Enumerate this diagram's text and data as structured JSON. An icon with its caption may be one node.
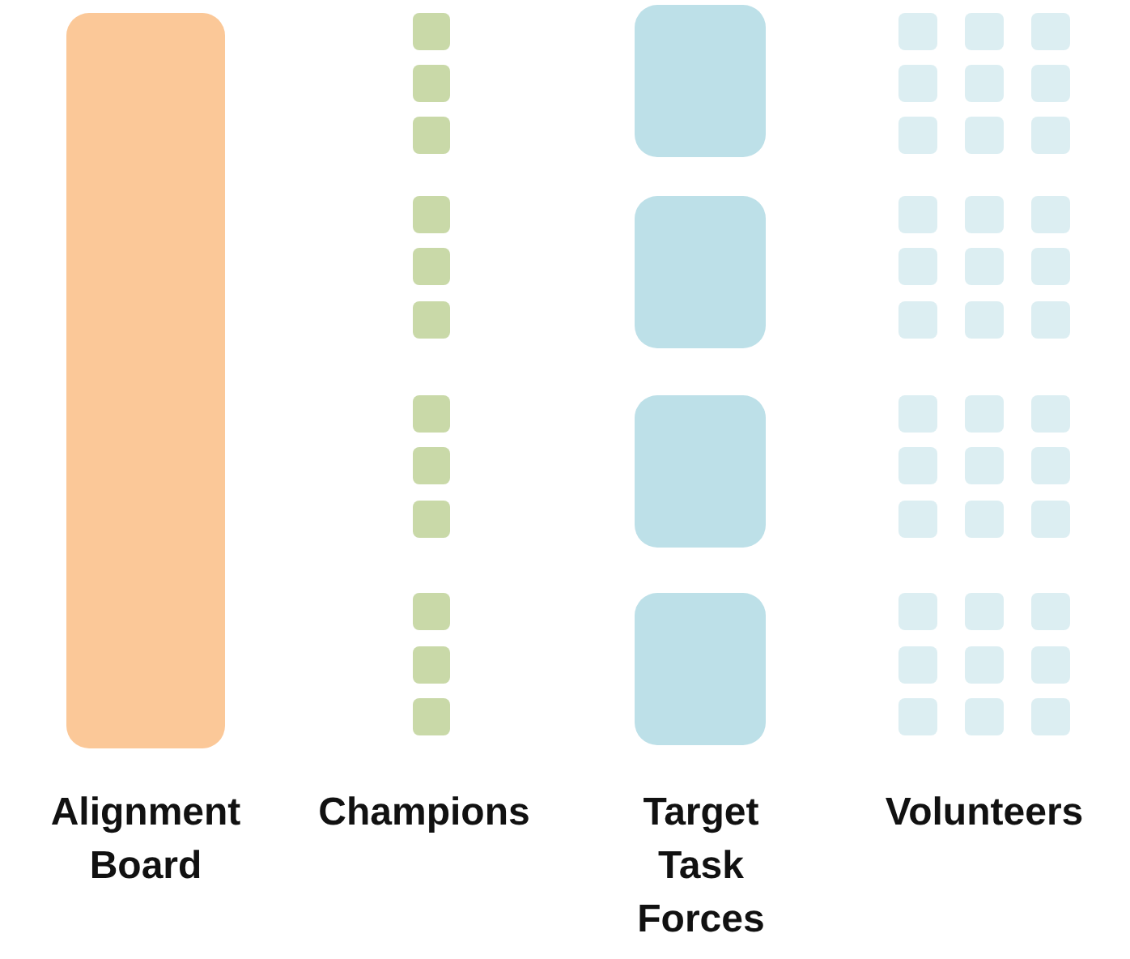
{
  "diagram": {
    "nodes": [
      {
        "text": [],
        "shape": "box"
      },
      {
        "text": [],
        "shape": "box"
      },
      {
        "text": [],
        "shape": "box"
      },
      {
        "text": [],
        "shape": "box"
      },
      {
        "text": [],
        "shape": "box"
      },
      {
        "text": [],
        "shape": "box"
      },
      {
        "text": [],
        "shape": "box"
      },
      {
        "text": [],
        "shape": "box"
      },
      {
        "text": [],
        "shape": "box"
      },
      {
        "text": [],
        "shape": "box"
      },
      {
        "text": [],
        "shape": "box"
      },
      {
        "text": [],
        "shape": "box"
      },
      {
        "text": [],
        "shape": "box"
      },
      {
        "text": [],
        "shape": "box"
      },
      {
        "text": [],
        "shape": "box"
      },
      {
        "text": [],
        "shape": "box"
      },
      {
        "text": [],
        "shape": "box"
      },
      {
        "text": [],
        "shape": "box"
      },
      {
        "text": [],
        "shape": "box"
      },
      {
        "text": [],
        "shape": "box"
      },
      {
        "text": [],
        "shape": "box"
      },
      {
        "text": [],
        "shape": "box"
      },
      {
        "text": [],
        "shape": "box"
      },
      {
        "text": [],
        "shape": "box"
      },
      {
        "text": [],
        "shape": "box"
      },
      {
        "text": [],
        "shape": "box"
      },
      {
        "text": [],
        "shape": "box"
      },
      {
        "text": [],
        "shape": "box"
      },
      {
        "text": [],
        "shape": "box"
      },
      {
        "text": [],
        "shape": "box"
      },
      {
        "text": [],
        "shape": "box"
      },
      {
        "text": [],
        "shape": "box"
      },
      {
        "text": [],
        "shape": "box"
      },
      {
        "text": [],
        "shape": "box"
      },
      {
        "text": [],
        "shape": "box"
      },
      {
        "text": [],
        "shape": "box"
      },
      {
        "text": [],
        "shape": "box"
      },
      {
        "text": [],
        "shape": "box"
      },
      {
        "text": [],
        "shape": "box"
      },
      {
        "text": [],
        "shape": "box"
      },
      {
        "text": [],
        "shape": "box"
      },
      {
        "text": [],
        "shape": "box"
      },
      {
        "text": [],
        "shape": "box"
      },
      {
        "text": [],
        "shape": "box"
      },
      {
        "text": [],
        "shape": "box"
      },
      {
        "text": [],
        "shape": "box"
      },
      {
        "text": [],
        "shape": "box"
      },
      {
        "text": [],
        "shape": "box"
      },
      {
        "text": [],
        "shape": "box"
      },
      {
        "text": [],
        "shape": "box"
      },
      {
        "text": [],
        "shape": "box"
      },
      {
        "text": [],
        "shape": "box"
      },
      {
        "text": [],
        "shape": "box"
      }
    ],
    "labels": [
      "Alignment Board",
      "Champions",
      "Target Task Forces",
      "Volunteers"
    ]
  }
}
